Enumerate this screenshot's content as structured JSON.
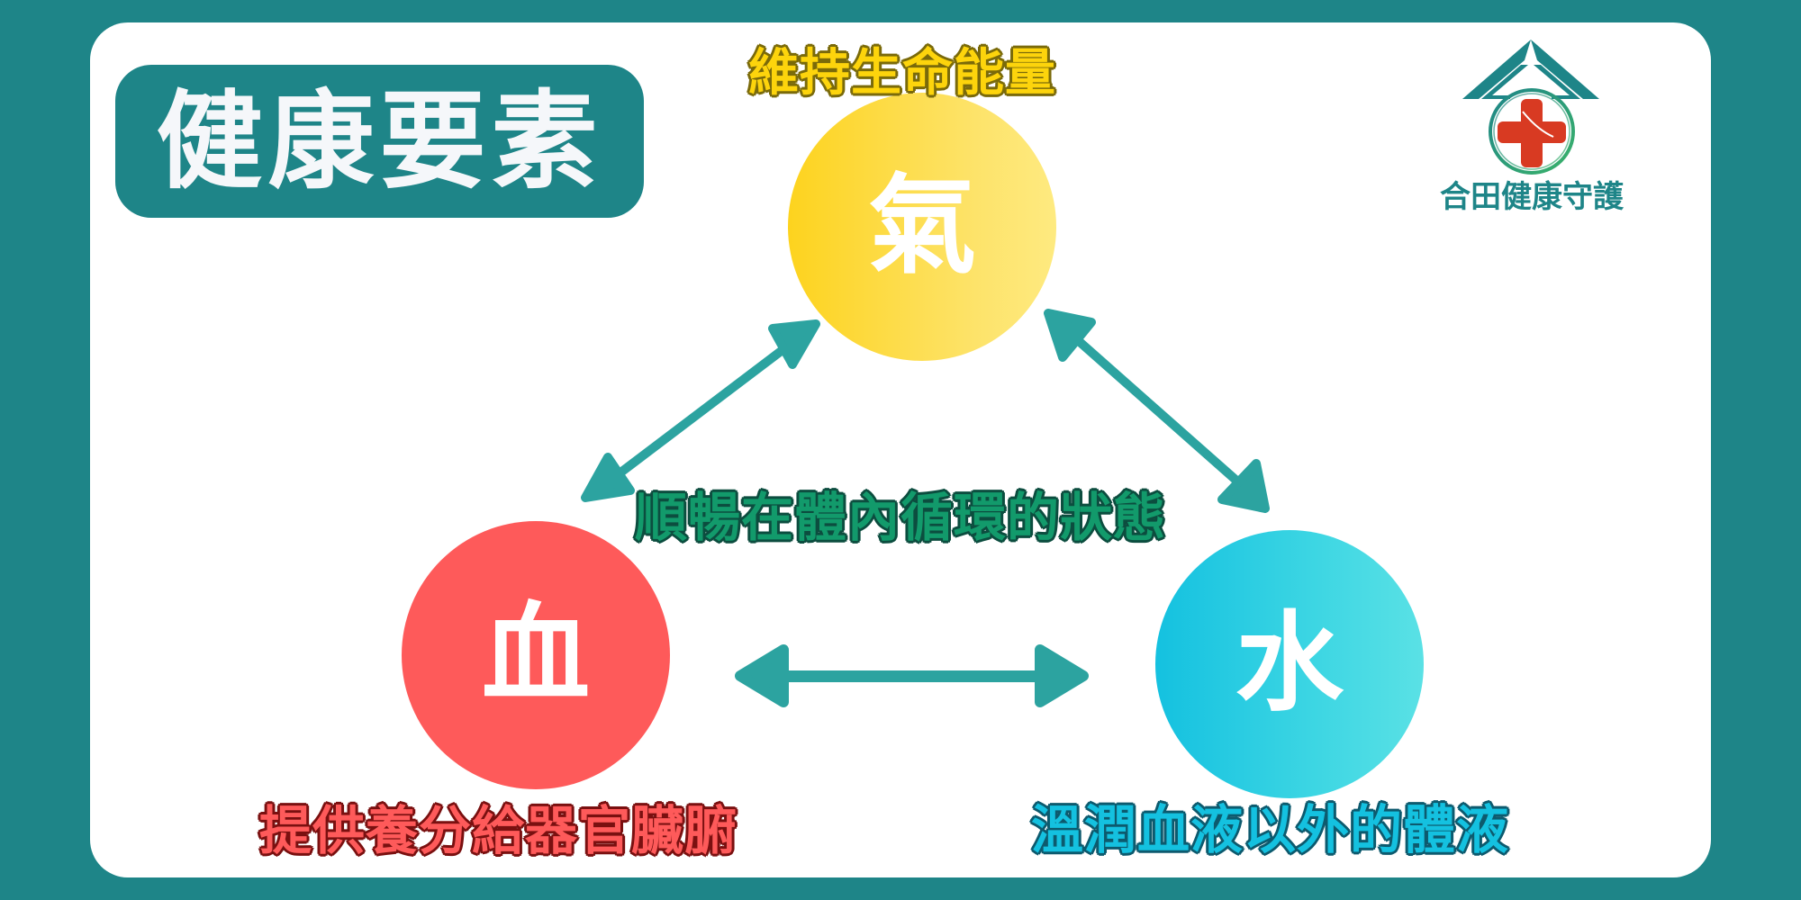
{
  "title": "健康要素",
  "logo": {
    "text": "合田健康守護",
    "icon": "house-medical-cross-icon",
    "colors": {
      "roof": "#1e8588",
      "cross": "#d83a22",
      "ring": "#2aa58a"
    }
  },
  "nodes": [
    {
      "id": "qi",
      "glyph": "氣",
      "label": "維持生命能量",
      "color": "#fdd31e"
    },
    {
      "id": "blood",
      "glyph": "血",
      "label": "提供養分給器官臟腑",
      "color": "#fe5a5a"
    },
    {
      "id": "water",
      "glyph": "水",
      "label": "溫潤血液以外的體液",
      "color": "#14c1e0"
    }
  ],
  "center_label": "順暢在體內循環的狀態",
  "connections": [
    {
      "from": "qi",
      "to": "blood",
      "type": "bidirectional-arrow"
    },
    {
      "from": "qi",
      "to": "water",
      "type": "bidirectional-arrow"
    },
    {
      "from": "blood",
      "to": "water",
      "type": "bidirectional-arrow"
    }
  ],
  "colors": {
    "background": "#1e8588",
    "card": "#ffffff",
    "arrow": "#2ca3a0",
    "center_text": "#129a6b"
  }
}
